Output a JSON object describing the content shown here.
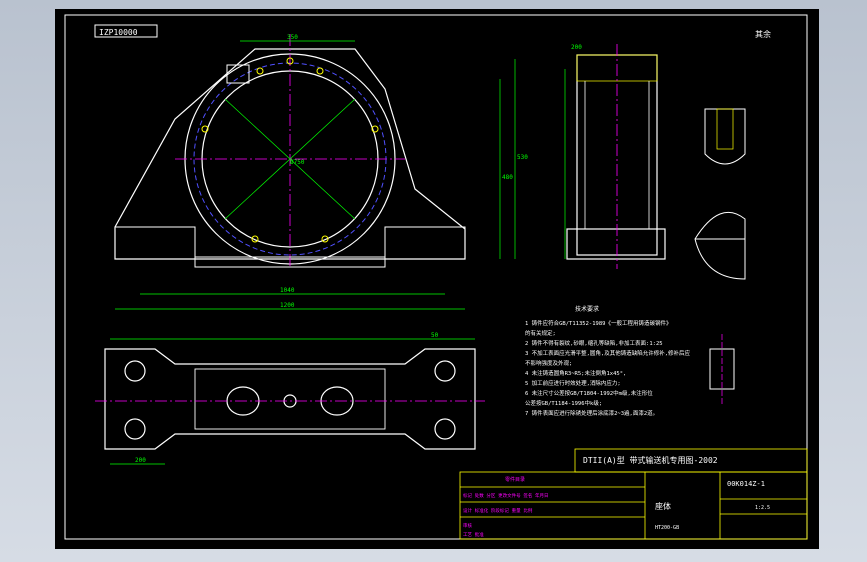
{
  "sheet": {
    "drawing_no_tag": "IZP10000",
    "scale_note": "其余",
    "title_main": "DTII(A)型 带式输送机专用图-2002",
    "part_code": "00K014Z-1",
    "part_name": "座体",
    "material": "HT200-GB",
    "sheet_small": "1:2.5",
    "notes_heading": "技术要求",
    "notes": [
      "1 铸件应符合GB/T11352-1989《一般工程用铸造碳钢件》",
      "的有关规定;",
      "2 铸件不得有裂纹,砂眼,缩孔等缺陷,非加工表面:1:25",
      "3 不加工表面应光滑平整,圆角,及其他铸造缺陷允许修补,修补后应",
      "  不影响强度及外观;",
      "4 未注铸造圆角R3~R5;未注倒角1x45°,",
      "5 加工前应进行时效处理,消除内应力;",
      "6 未注尺寸公差按GB/T1804-1992中m级,未注形位",
      "  公差按GB/T1184-1996中k级;",
      "7 铸件表面应进行除锈处理后涂底漆2~3遍,面漆2道。"
    ],
    "title_block_rows": [
      "标记 处数 分区 更改文件号 签名 年月日",
      "设计 标准化 阶段标记 重量 比例",
      "审核",
      "工艺 批准"
    ],
    "table_head": "零件目录",
    "dimensions": {
      "top_width": "350",
      "height_total": "530",
      "height_mid": "480",
      "base_width": "1200",
      "base_span": "1040",
      "bore_dia": "Ø750",
      "plan_offset": "200",
      "side_width": "200",
      "gap_small": "50"
    }
  },
  "colors": {
    "background": "#000000",
    "outline": "#ffffff",
    "dimension": "#00ff00",
    "center": "#ff00ff",
    "hidden": "#5050ff",
    "label": "#ffff00"
  }
}
